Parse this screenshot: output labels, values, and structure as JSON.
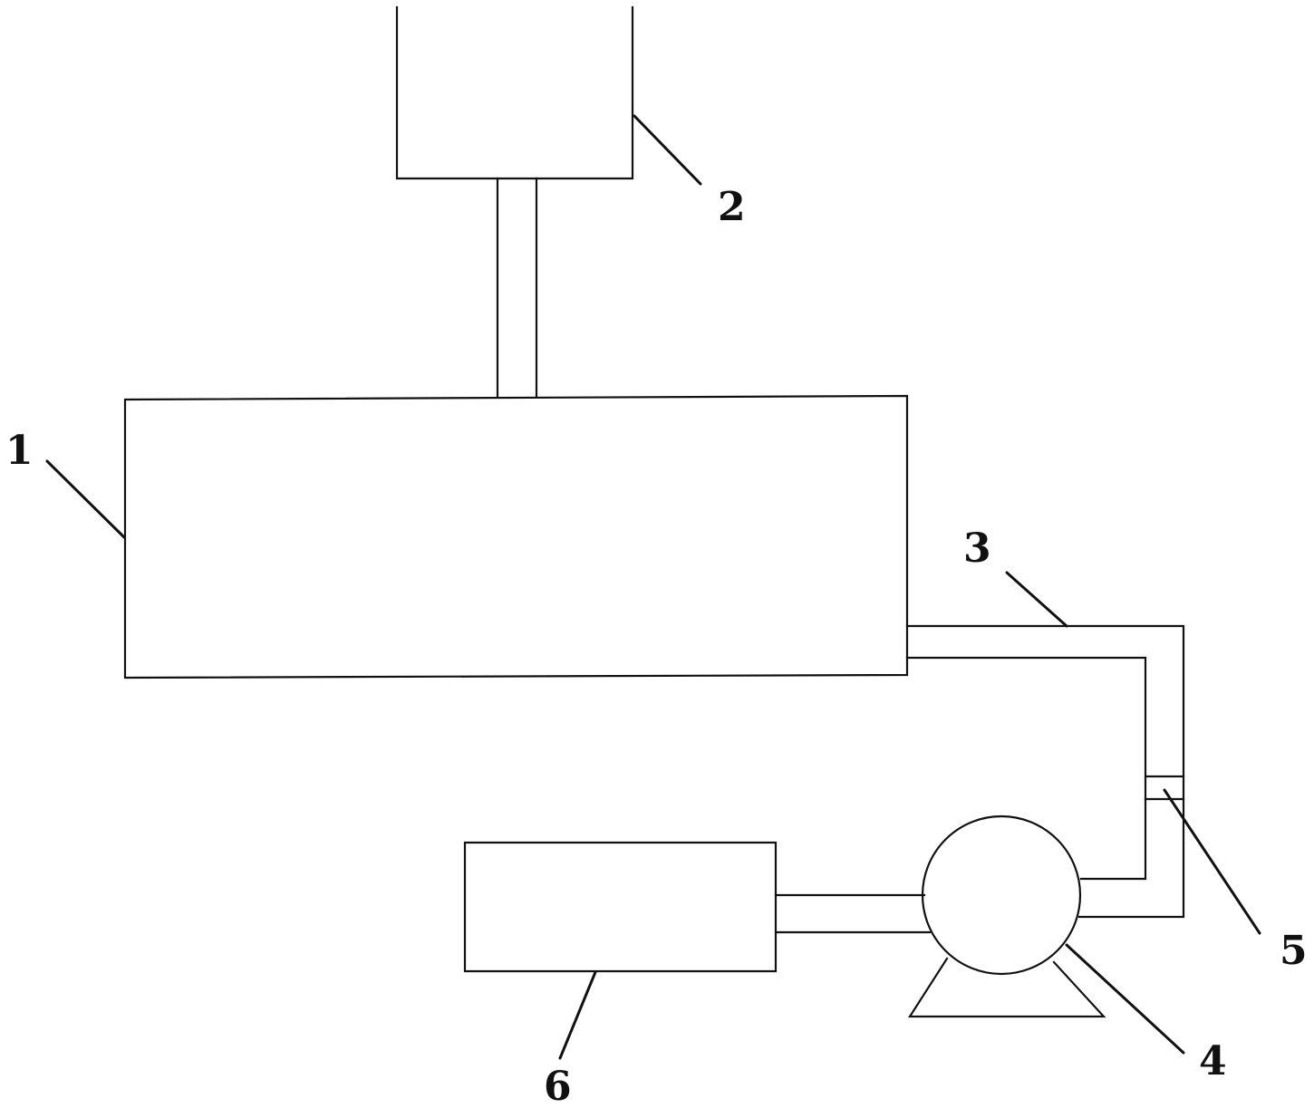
{
  "labels": {
    "part1": "1",
    "part2": "2",
    "part3": "3",
    "part4": "4",
    "part5": "5",
    "part6": "6"
  },
  "colors": {
    "line": "#111111",
    "background": "#ffffff"
  }
}
